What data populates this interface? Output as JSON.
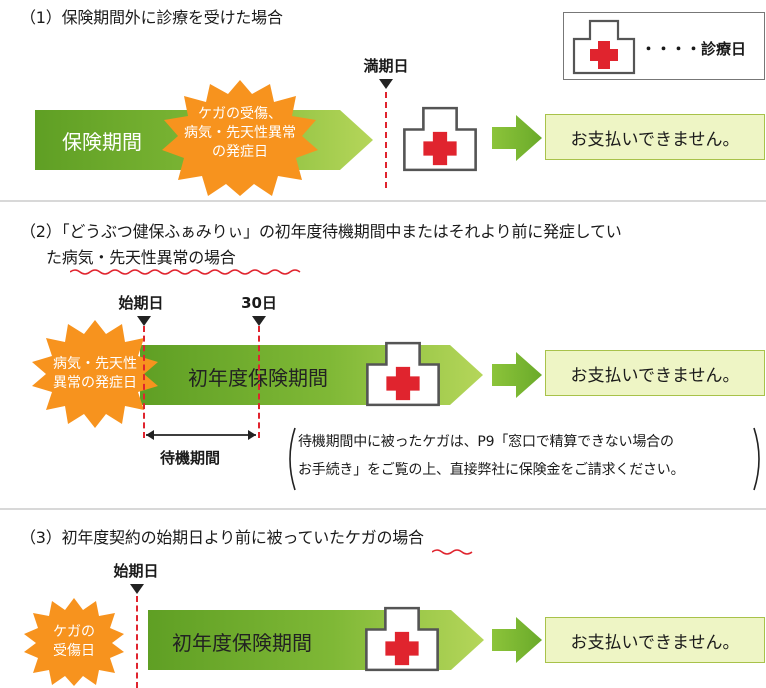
{
  "legend": {
    "dots": "・・・・",
    "label": "診療日"
  },
  "section1": {
    "heading": "（1）保険期間外に診療を受けた場合",
    "marker": "満期日",
    "band": "保険期間",
    "burst_lines": [
      "ケガの受傷、",
      "病気・先天性異常",
      "の発症日"
    ],
    "result": "お支払いできません。"
  },
  "section2": {
    "heading_line1": "（2）「どうぶつ健保ふぁみりぃ」の初年度待機期間中またはそれより前に発症してい",
    "heading_line2": "た病気・先天性異常の場合",
    "marker_start": "始期日",
    "marker_30": "30日",
    "burst_lines": [
      "病気・先天性",
      "異常の発症日"
    ],
    "band": "初年度保険期間",
    "waiting_label": "待機期間",
    "note_line1": "待機期間中に被ったケガは、P9「窓口で精算できない場合の",
    "note_line2": "お手続き」をご覧の上、直接弊社に保険金をご請求ください。",
    "result": "お支払いできません。"
  },
  "section3": {
    "heading": "（3）初年度契約の始期日より前に被っていたケガの場合",
    "marker": "始期日",
    "burst_lines": [
      "ケガの",
      "受傷日"
    ],
    "band": "初年度保険期間",
    "result": "お支払いできません。"
  },
  "colors": {
    "band_green": "#6aaa2a",
    "band_green_light": "#a6cf4e",
    "burst_orange": "#f7931e",
    "cross_red": "#e0242e",
    "result_fill": "#eef5c5"
  },
  "icons": [
    "clinic-icon",
    "arrow-right-icon",
    "triangle-down-icon",
    "cross-icon"
  ]
}
